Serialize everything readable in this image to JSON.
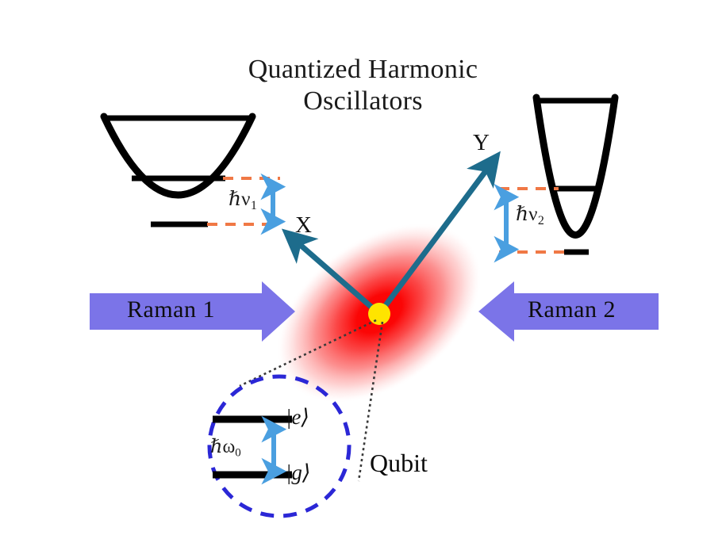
{
  "figure": {
    "title": "Quantized Harmonic\nOscillators",
    "background_color": "#ffffff"
  },
  "colors": {
    "raman_arrow": "#7B74E8",
    "axis_arrow": "#1D6C8C",
    "energy_arrow_blue": "#4A9FE0",
    "dashed_orange": "#F07845",
    "qubit_circle_dashed": "#2B27D6",
    "blob_red": "#F60C0C",
    "center_dot": "#FFE400",
    "level_line": "#000000",
    "callout_dotted": "#3a3a3a"
  },
  "oscillators": [
    {
      "id": "left-oscillator",
      "name": "left-harmonic-well",
      "shape": "wide-parabola",
      "levels": 3,
      "energy_label": "ℏν",
      "energy_subscript": "1",
      "annotation_side": "right"
    },
    {
      "id": "right-oscillator",
      "name": "right-harmonic-well",
      "shape": "narrow-parabola",
      "levels": 3,
      "energy_label": "ℏν",
      "energy_subscript": "2",
      "annotation_side": "left"
    }
  ],
  "axes": [
    {
      "label": "X",
      "direction": "upper-left"
    },
    {
      "label": "Y",
      "direction": "upper-right"
    }
  ],
  "beams": [
    {
      "label": "Raman 1",
      "direction": "right",
      "name": "raman-1-arrow"
    },
    {
      "label": "Raman 2",
      "direction": "left",
      "name": "raman-2-arrow"
    }
  ],
  "qubit": {
    "caption": "Qubit",
    "excited_state": "|e⟩",
    "ground_state": "|g⟩",
    "energy_label": "ℏω",
    "energy_subscript": "0"
  },
  "center": {
    "name": "trapped-ion-dot",
    "description": "yellow dot at center of red laser focus"
  }
}
